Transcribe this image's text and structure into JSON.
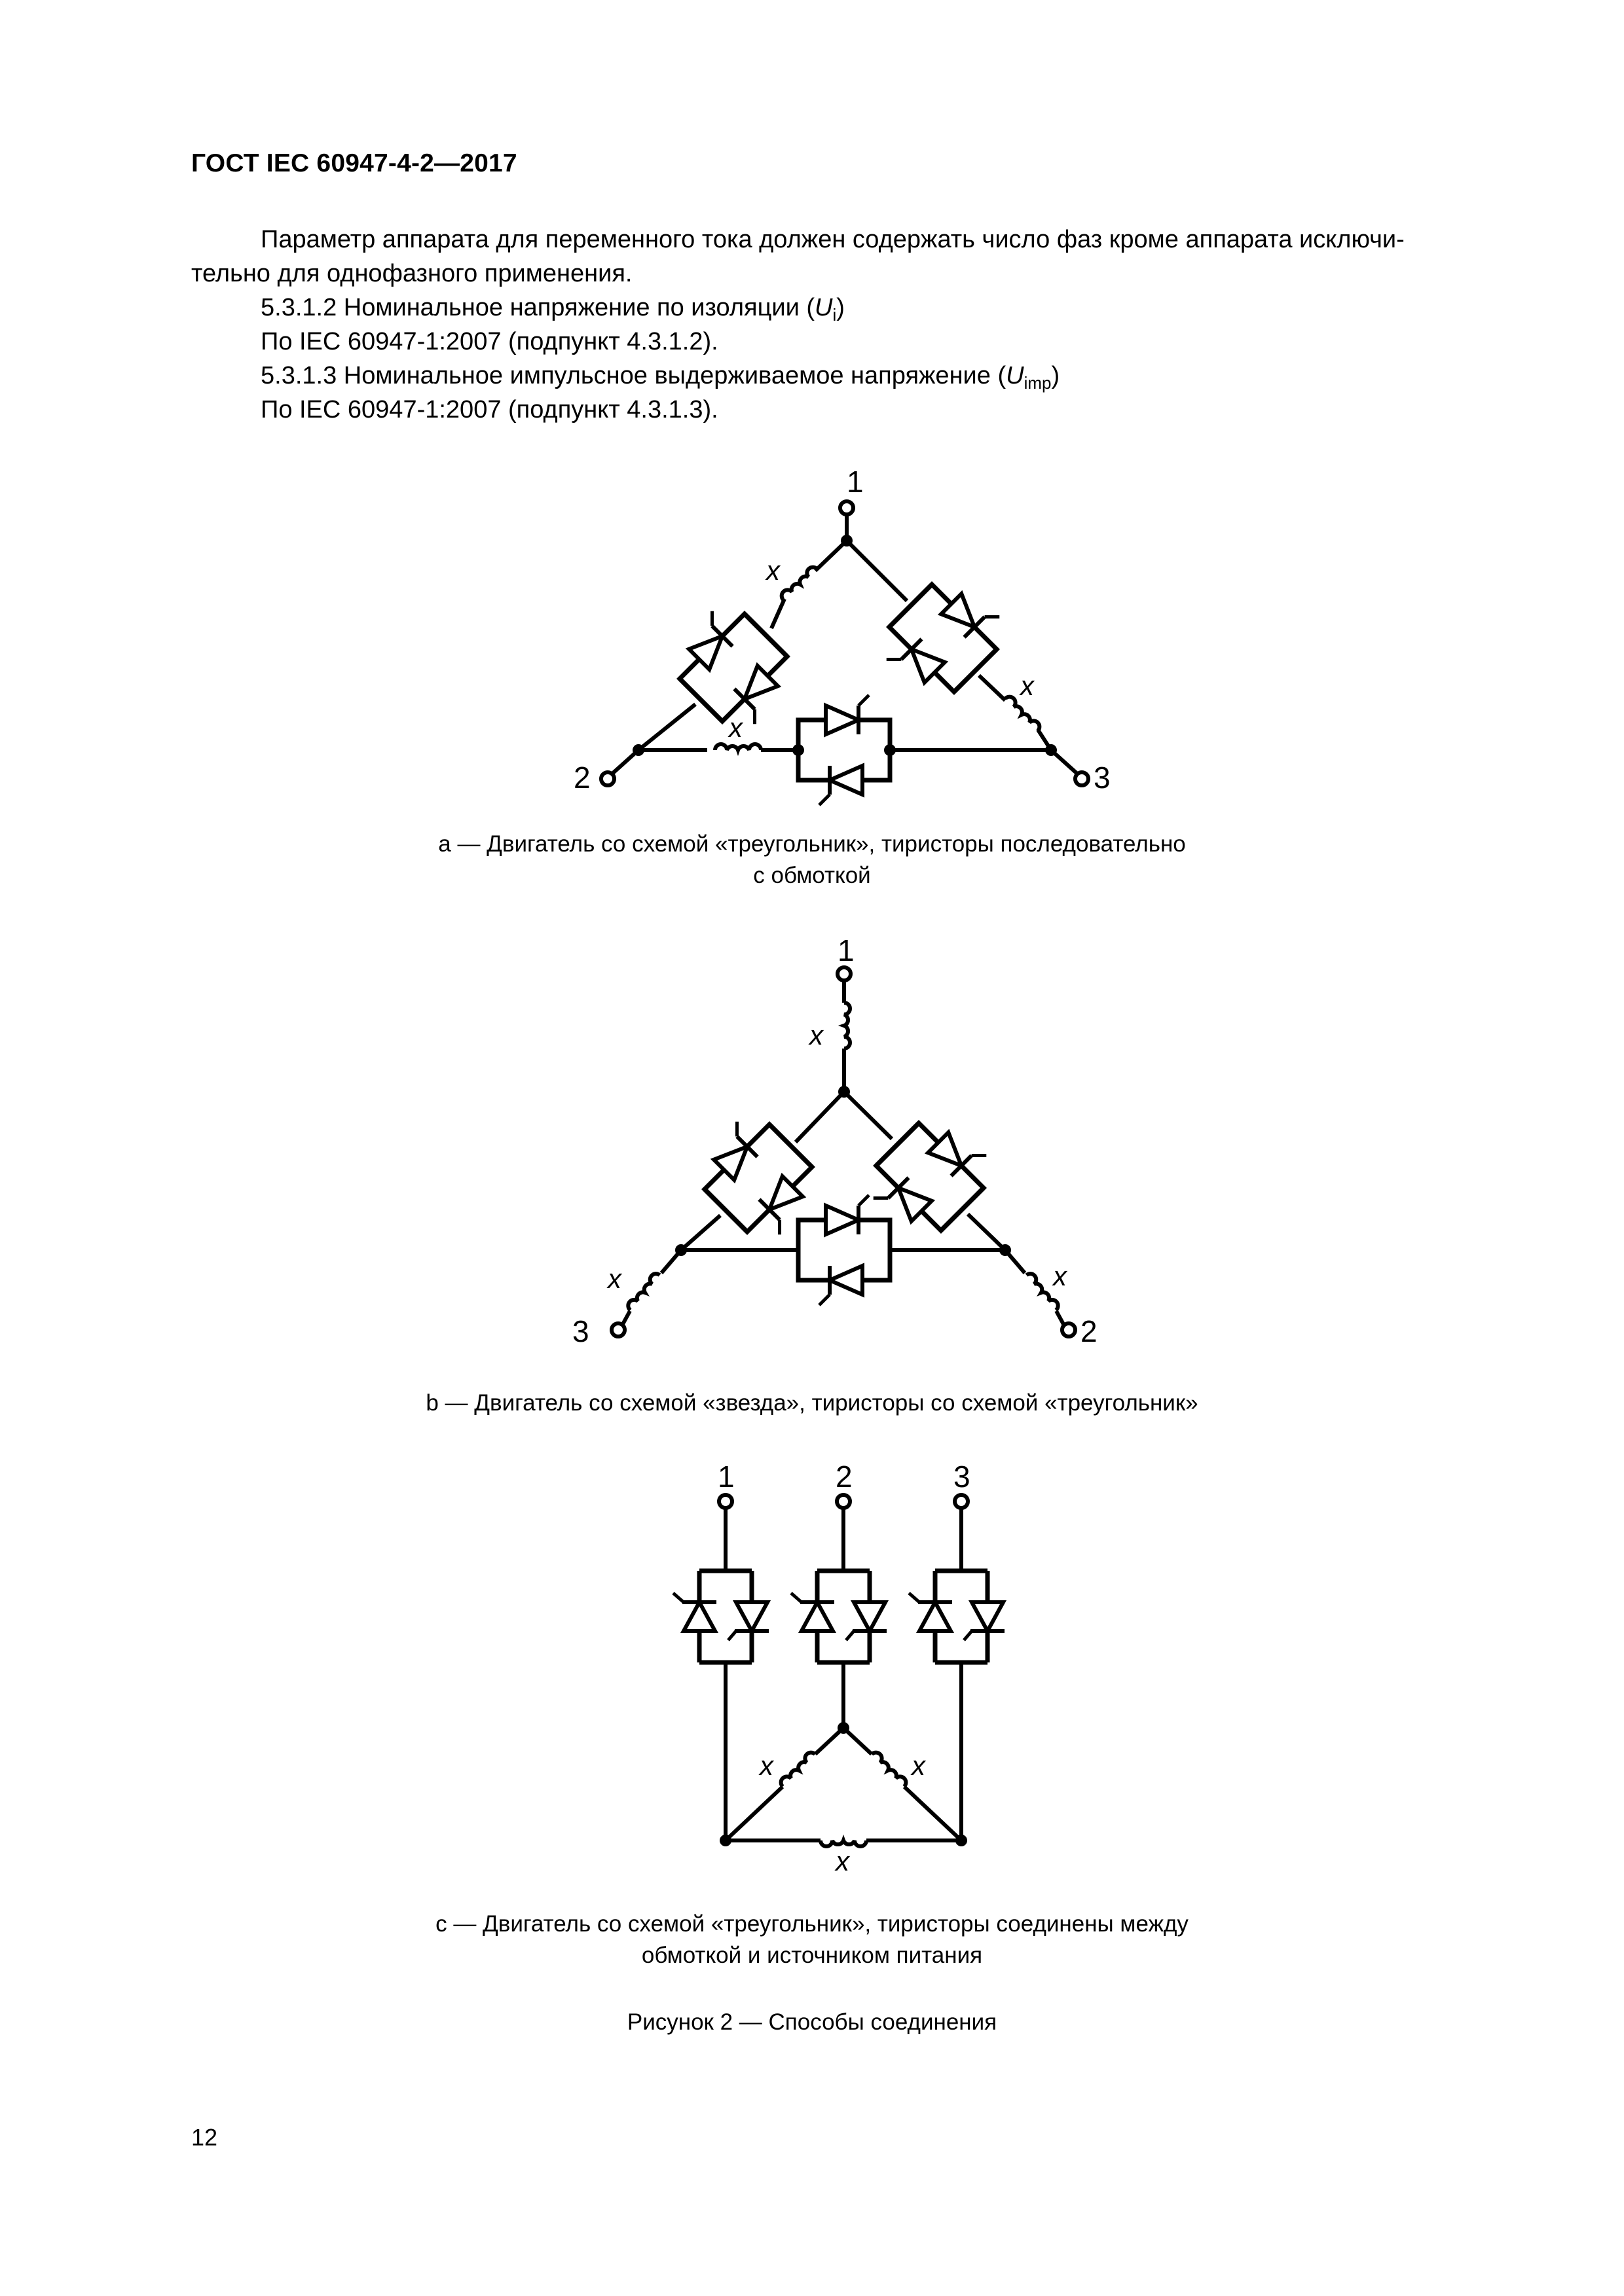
{
  "header": {
    "title": "ГОСТ IEC 60947-4-2—2017"
  },
  "body": {
    "p1_line1": "Параметр аппарата для переменного тока должен содержать число фаз кроме аппарата исключи-",
    "p1_line2": "тельно для однофазного применения.",
    "p2_prefix": "5.3.1.2 Номинальное напряжение по изоляции (",
    "p2_var": "U",
    "p2_sub": "i",
    "p2_suffix": ")",
    "p3": "По IEC 60947-1:2007 (подпункт 4.3.1.2).",
    "p4_prefix": "5.3.1.3 Номинальное импульсное выдерживаемое напряжение (",
    "p4_var": "U",
    "p4_sub": "imp",
    "p4_suffix": ")",
    "p5": "По IEC 60947-1:2007 (подпункт 4.3.1.3)."
  },
  "figures": {
    "a": {
      "terminals": [
        "1",
        "2",
        "3"
      ],
      "reactor_label": "x",
      "caption_line1": "а — Двигатель со схемой «треугольник», тиристоры последовательно",
      "caption_line2": "с обмоткой"
    },
    "b": {
      "terminals": [
        "1",
        "2",
        "3"
      ],
      "reactor_label": "x",
      "caption": "b — Двигатель со схемой «звезда», тиристоры со схемой «треугольник»"
    },
    "c": {
      "terminals": [
        "1",
        "2",
        "3"
      ],
      "reactor_label": "x",
      "caption_line1": "с — Двигатель со схемой «треугольник», тиристоры соединены между",
      "caption_line2": "обмоткой и источником питания"
    },
    "figure_title": "Рисунок 2 — Способы соединения"
  },
  "footer": {
    "page_number": "12"
  }
}
